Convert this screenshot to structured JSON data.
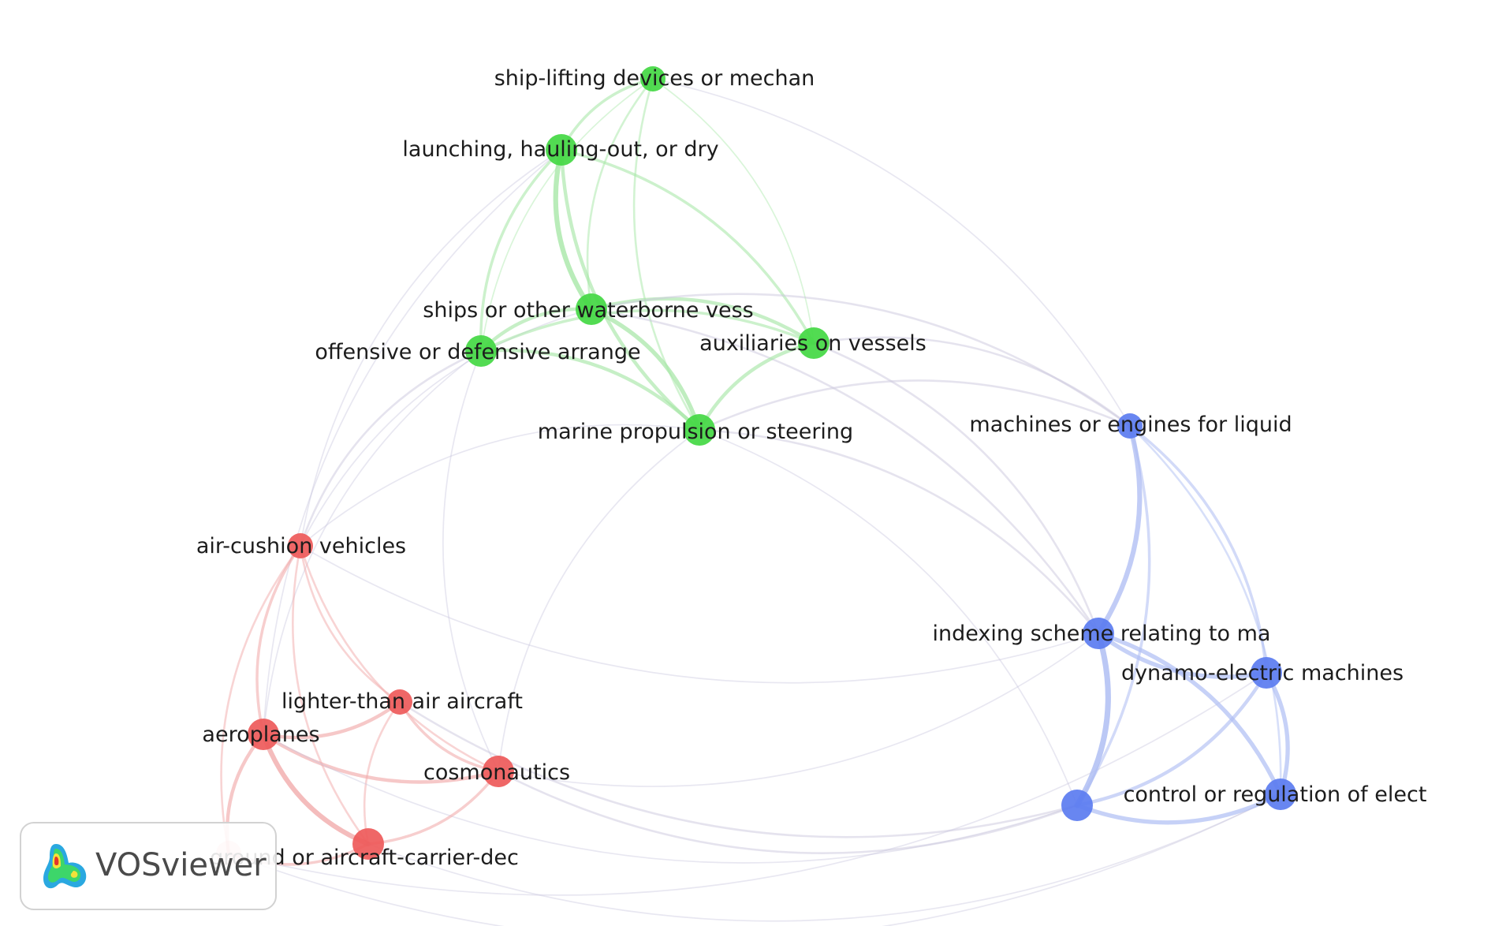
{
  "app": {
    "logo_text": "VOSviewer"
  },
  "colors": {
    "cluster1": "#ee5a5a",
    "cluster2": "#43d843",
    "cluster3": "#5b7cf0",
    "edge1": "#f1a8a8",
    "edge2": "#a4e6a4",
    "edge3": "#aebdf3",
    "edge_mixed": "#c9c5dd"
  },
  "nodes": [
    {
      "id": "n_ship_lifting",
      "label": "ship-lifting devices or mechan",
      "cluster": 2,
      "weight": 1
    },
    {
      "id": "n_launching",
      "label": "launching, hauling-out, or dry",
      "cluster": 2,
      "weight": 2
    },
    {
      "id": "n_ships",
      "label": "ships or other waterborne vess",
      "cluster": 2,
      "weight": 2
    },
    {
      "id": "n_offensive",
      "label": "offensive or defensive arrange",
      "cluster": 2,
      "weight": 2
    },
    {
      "id": "n_auxiliaries",
      "label": "auxiliaries on vessels",
      "cluster": 2,
      "weight": 2
    },
    {
      "id": "n_marine",
      "label": "marine propulsion or steering",
      "cluster": 2,
      "weight": 2
    },
    {
      "id": "n_air_cushion",
      "label": "air-cushion vehicles",
      "cluster": 1,
      "weight": 1
    },
    {
      "id": "n_lighter",
      "label": "lighter-than air aircraft",
      "cluster": 1,
      "weight": 1
    },
    {
      "id": "n_aeroplanes",
      "label": "aeroplanes",
      "cluster": 1,
      "weight": 2
    },
    {
      "id": "n_cosmonautics",
      "label": "cosmonautics",
      "cluster": 1,
      "weight": 2
    },
    {
      "id": "n_carrier",
      "label": "ground or aircraft-carrier-dec",
      "cluster": 1,
      "weight": 2
    },
    {
      "id": "n_ground",
      "label": "",
      "cluster": 1,
      "weight": 1
    },
    {
      "id": "n_machines",
      "label": "machines or engines for liquid",
      "cluster": 3,
      "weight": 1
    },
    {
      "id": "n_indexing",
      "label": "indexing scheme relating to ma",
      "cluster": 3,
      "weight": 2
    },
    {
      "id": "n_dynamo",
      "label": "dynamo-electric machines",
      "cluster": 3,
      "weight": 2
    },
    {
      "id": "n_blue_unlabeled",
      "label": "",
      "cluster": 3,
      "weight": 2
    },
    {
      "id": "n_control",
      "label": "control or regulation of elect",
      "cluster": 3,
      "weight": 2
    }
  ],
  "edges": [
    [
      "n_ship_lifting",
      "n_launching",
      3
    ],
    [
      "n_ship_lifting",
      "n_ships",
      2
    ],
    [
      "n_ship_lifting",
      "n_offensive",
      1
    ],
    [
      "n_ship_lifting",
      "n_auxiliaries",
      1
    ],
    [
      "n_ship_lifting",
      "n_marine",
      2
    ],
    [
      "n_ship_lifting",
      "n_machines",
      1
    ],
    [
      "n_launching",
      "n_ships",
      6
    ],
    [
      "n_launching",
      "n_offensive",
      3
    ],
    [
      "n_launching",
      "n_auxiliaries",
      3
    ],
    [
      "n_launching",
      "n_marine",
      4
    ],
    [
      "n_launching",
      "n_air_cushion",
      1
    ],
    [
      "n_launching",
      "n_aeroplanes",
      1
    ],
    [
      "n_ships",
      "n_offensive",
      4
    ],
    [
      "n_ships",
      "n_auxiliaries",
      4
    ],
    [
      "n_ships",
      "n_marine",
      5
    ],
    [
      "n_ships",
      "n_machines",
      2
    ],
    [
      "n_ships",
      "n_indexing",
      2
    ],
    [
      "n_ships",
      "n_air_cushion",
      1
    ],
    [
      "n_offensive",
      "n_auxiliaries",
      3
    ],
    [
      "n_offensive",
      "n_marine",
      4
    ],
    [
      "n_offensive",
      "n_air_cushion",
      2
    ],
    [
      "n_offensive",
      "n_aeroplanes",
      1
    ],
    [
      "n_offensive",
      "n_cosmonautics",
      1
    ],
    [
      "n_auxiliaries",
      "n_marine",
      4
    ],
    [
      "n_auxiliaries",
      "n_machines",
      2
    ],
    [
      "n_auxiliaries",
      "n_indexing",
      2
    ],
    [
      "n_marine",
      "n_indexing",
      2
    ],
    [
      "n_marine",
      "n_machines",
      2
    ],
    [
      "n_marine",
      "n_blue_unlabeled",
      1
    ],
    [
      "n_marine",
      "n_air_cushion",
      1
    ],
    [
      "n_marine",
      "n_cosmonautics",
      1
    ],
    [
      "n_air_cushion",
      "n_aeroplanes",
      3
    ],
    [
      "n_air_cushion",
      "n_lighter",
      2
    ],
    [
      "n_air_cushion",
      "n_cosmonautics",
      2
    ],
    [
      "n_air_cushion",
      "n_carrier",
      2
    ],
    [
      "n_air_cushion",
      "n_ground",
      2
    ],
    [
      "n_air_cushion",
      "n_indexing",
      1
    ],
    [
      "n_lighter",
      "n_aeroplanes",
      4
    ],
    [
      "n_lighter",
      "n_cosmonautics",
      3
    ],
    [
      "n_lighter",
      "n_carrier",
      2
    ],
    [
      "n_aeroplanes",
      "n_cosmonautics",
      4
    ],
    [
      "n_aeroplanes",
      "n_carrier",
      6
    ],
    [
      "n_aeroplanes",
      "n_ground",
      4
    ],
    [
      "n_aeroplanes",
      "n_blue_unlabeled",
      1
    ],
    [
      "n_cosmonautics",
      "n_carrier",
      3
    ],
    [
      "n_cosmonautics",
      "n_blue_unlabeled",
      2
    ],
    [
      "n_cosmonautics",
      "n_indexing",
      1
    ],
    [
      "n_carrier",
      "n_ground",
      3
    ],
    [
      "n_carrier",
      "n_control",
      1
    ],
    [
      "n_lighter",
      "n_blue_unlabeled",
      2
    ],
    [
      "n_ground",
      "n_control",
      1
    ],
    [
      "n_ground",
      "n_dynamo",
      1
    ],
    [
      "n_machines",
      "n_indexing",
      6
    ],
    [
      "n_machines",
      "n_dynamo",
      3
    ],
    [
      "n_machines",
      "n_blue_unlabeled",
      3
    ],
    [
      "n_machines",
      "n_control",
      2
    ],
    [
      "n_indexing",
      "n_dynamo",
      5
    ],
    [
      "n_indexing",
      "n_blue_unlabeled",
      7
    ],
    [
      "n_indexing",
      "n_control",
      5
    ],
    [
      "n_dynamo",
      "n_blue_unlabeled",
      4
    ],
    [
      "n_dynamo",
      "n_control",
      5
    ],
    [
      "n_blue_unlabeled",
      "n_control",
      5
    ]
  ]
}
